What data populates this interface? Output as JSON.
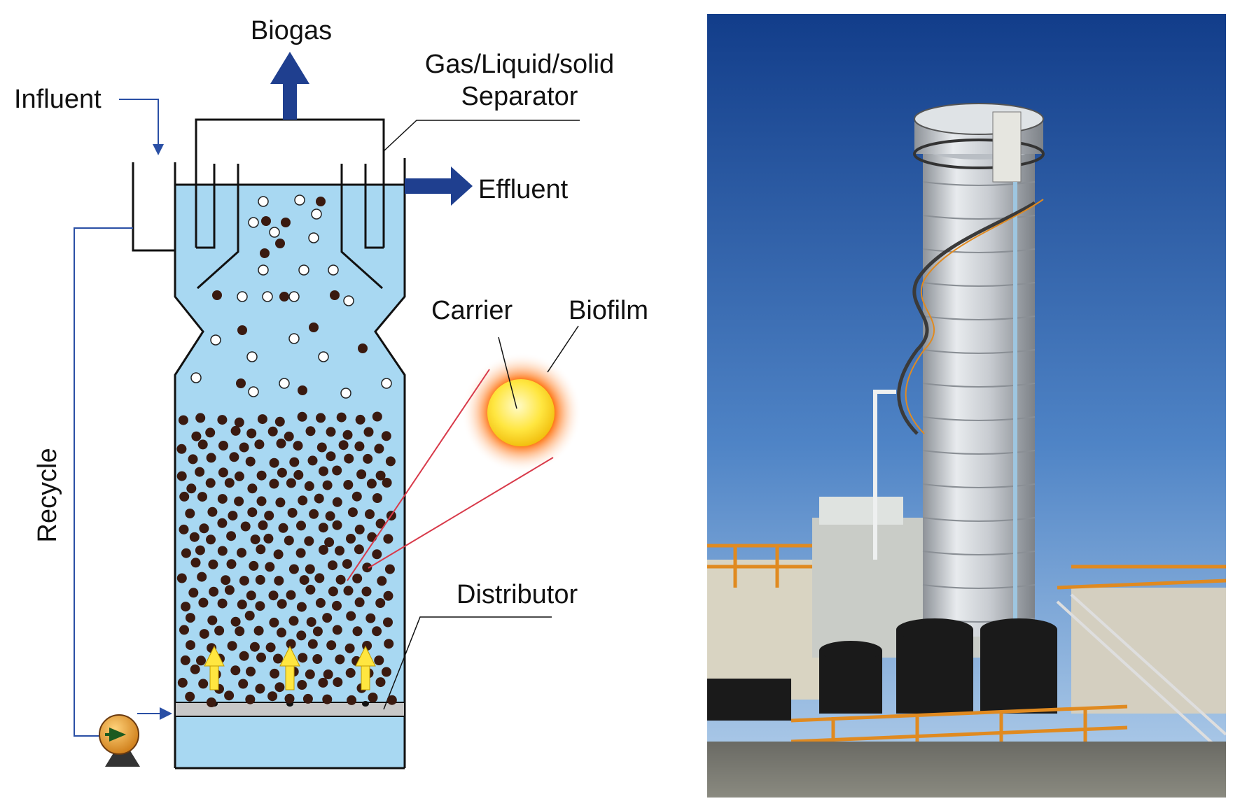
{
  "diagram": {
    "labels": {
      "biogas": "Biogas",
      "separator_line1": "Gas/Liquid/solid",
      "separator_line2": "Separator",
      "influent": "Influent",
      "effluent": "Effluent",
      "carrier": "Carrier",
      "biofilm": "Biofilm",
      "distributor": "Distributor",
      "recycle": "Recycle"
    },
    "colors": {
      "liquid": "#a8d8f2",
      "flow_arrow": "#1f3f8f",
      "pipe_line": "#2a4fa5",
      "particle": "#3a1a10",
      "bubble": "#ffffff",
      "carrier_core": "#ffe640",
      "biofilm_glow": "#ff6a00",
      "pointer_line": "#d83a4a",
      "upflow_arrow": "#ffe640",
      "pump": "#e49a2a"
    }
  },
  "photo": {
    "subject": "reactor-tower-photo",
    "colors": {
      "sky_top": "#123d8a",
      "sky_bottom": "#b7d2ec",
      "tower": "#c7cbd0",
      "railing": "#e08a20",
      "tanks": "#1a1a1a"
    }
  }
}
